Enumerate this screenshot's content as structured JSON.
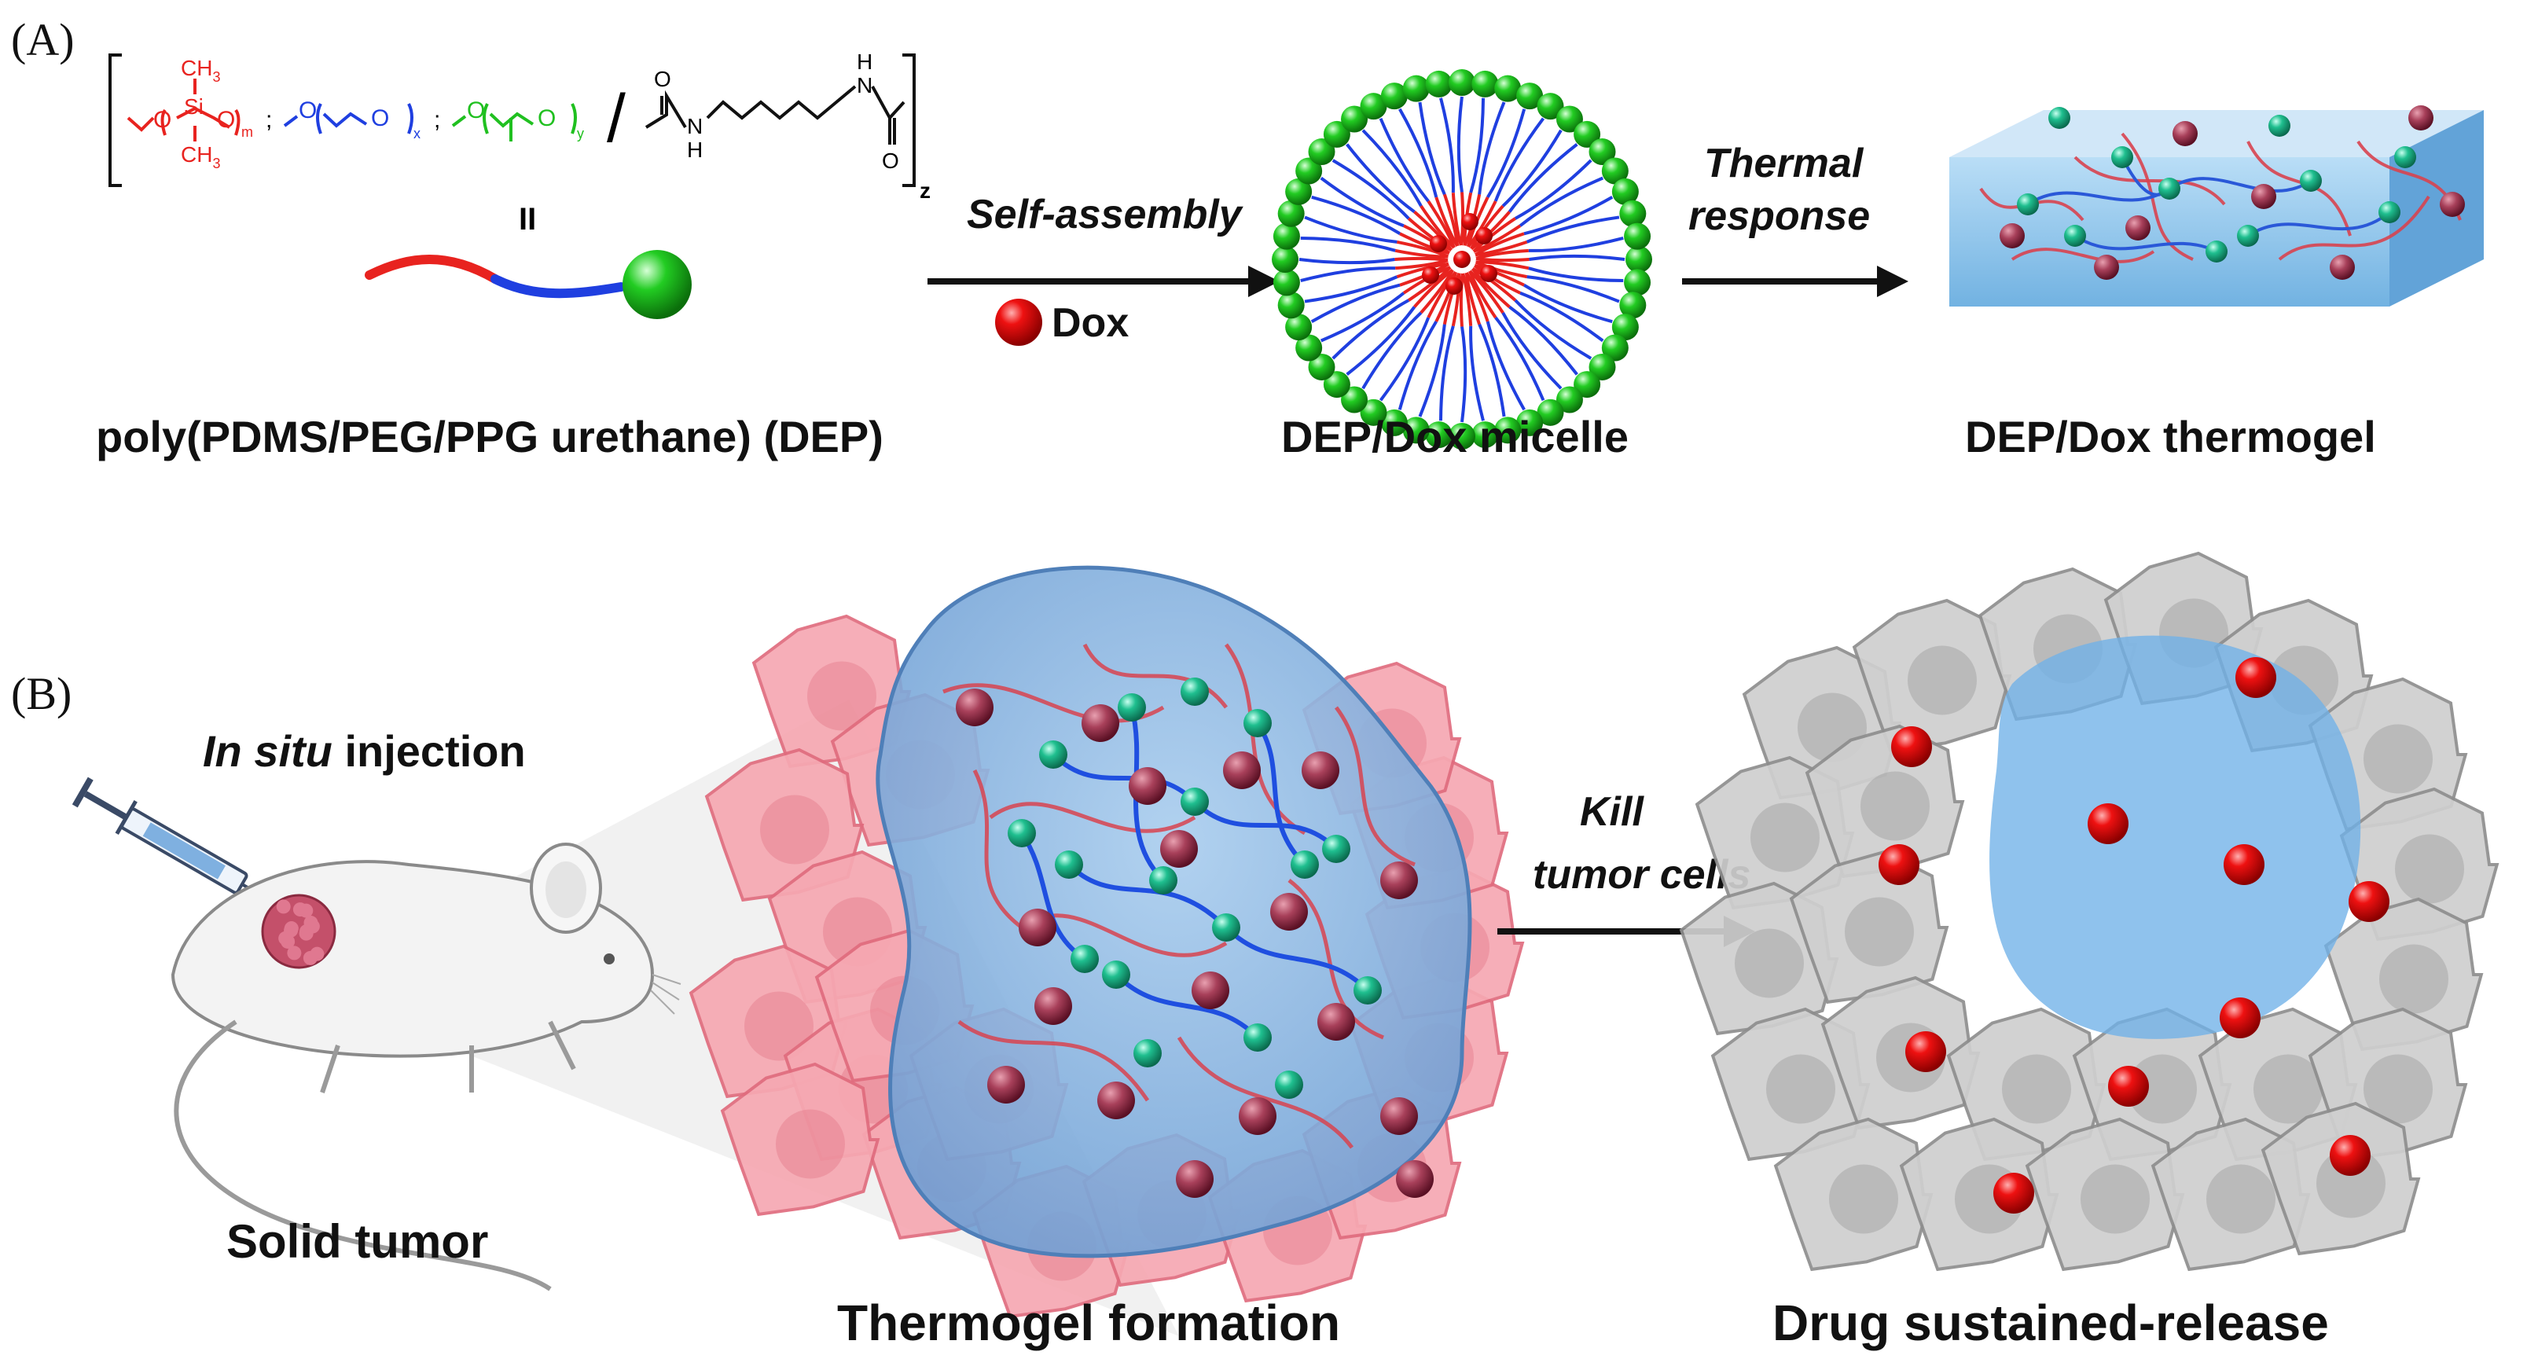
{
  "panel_a": {
    "letter": "(A)",
    "polymer": {
      "ch3_top": "CH",
      "ch3_top_sub": "3",
      "si": "Si",
      "o": "O",
      "m": "m",
      "ch3_bottom": "CH",
      "ch3_bottom_sub": "3",
      "sep1": ";",
      "x": "x",
      "sep2": ";",
      "y": "y",
      "slash": "/",
      "nh1_h": "H",
      "nh1_n": "N",
      "nh2_h": "H",
      "nh2_n": "N",
      "carbonyl_o1": "O",
      "carbonyl_o2": "O",
      "z": "z",
      "equiv": "II"
    },
    "polymer_caption": "poly(PDMS/PEG/PPG  urethane)  (DEP)",
    "arrow1_label": "Self-assembly",
    "dox_label": "Dox",
    "micelle_caption": "DEP/Dox  micelle",
    "arrow2_label_line1": "Thermal",
    "arrow2_label_line2": "response",
    "thermogel_caption": "DEP/Dox  thermogel"
  },
  "panel_b": {
    "letter": "(B)",
    "injection_label_italic": "In situ",
    "injection_label_rest": " injection",
    "mouse_caption": "Solid tumor",
    "gel_caption": "Thermogel formation",
    "arrow_label_line1": "Kill",
    "arrow_label_line2": "tumor cells",
    "release_caption": "Drug sustained-release"
  },
  "colors": {
    "pdms": "#e8231f",
    "peg": "#1f3fe0",
    "ppg": "#20c020",
    "dox": "#d40000",
    "gel": "#7fb6e6",
    "tumor_cell": "#f08c96",
    "normal_cell": "#b8b8b8"
  }
}
